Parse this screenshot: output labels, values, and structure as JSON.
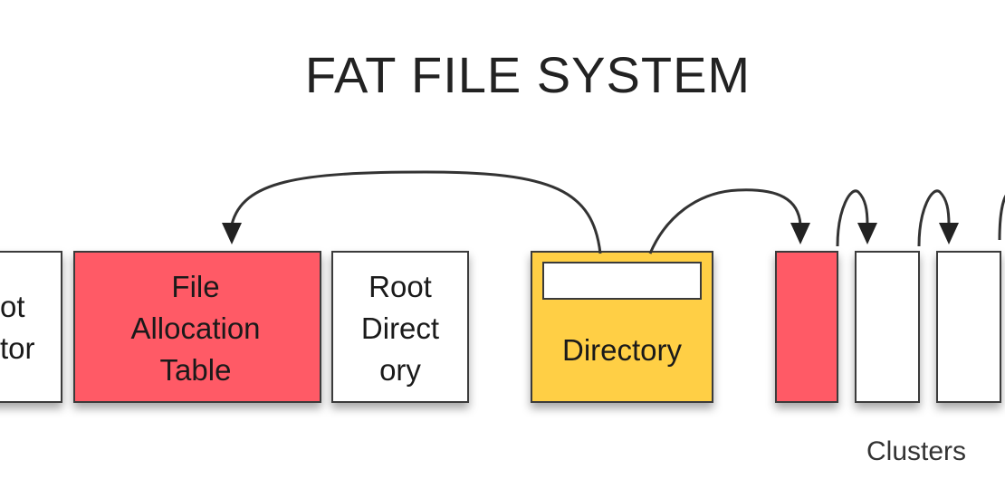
{
  "title": "FAT FILE SYSTEM",
  "blocks": {
    "boot_sector": {
      "line1": "ot",
      "line2": "tor"
    },
    "fat": {
      "line1": "File",
      "line2": "Allocation",
      "line3": "Table"
    },
    "root_directory": {
      "line1": "Root",
      "line2": "Direct",
      "line3": "ory"
    },
    "directory": {
      "label": "Directory"
    }
  },
  "clusters_label": "Clusters",
  "colors": {
    "fat_red": "#ff5a66",
    "directory_yellow": "#ffcf45",
    "outline": "#3a3a3a",
    "white": "#ffffff"
  }
}
